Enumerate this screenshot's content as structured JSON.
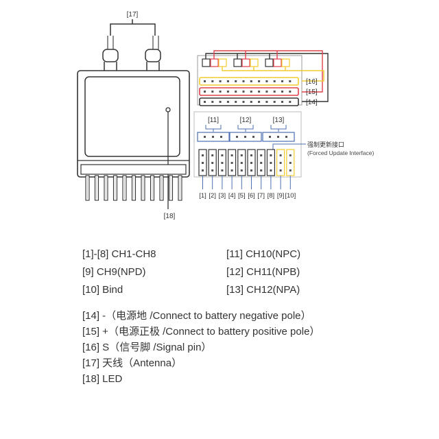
{
  "labels": {
    "antenna_ref": "[17]",
    "led_ref": "[18]",
    "signal_ref": "[16]",
    "positive_ref": "[15]",
    "negative_ref": "[14]",
    "npc_ref": "[11]",
    "npb_ref": "[12]",
    "npa_ref": "[13]",
    "forced_update_cn": "强制更新接口",
    "forced_update_en": "(Forced Update Interface)",
    "pins": [
      "[1]",
      "[2]",
      "[3]",
      "[4]",
      "[5]",
      "[6]",
      "[7]",
      "[8]",
      "[9]",
      "[10]"
    ]
  },
  "legend_left": [
    "[1]-[8] CH1-CH8",
    "[9] CH9(NPD)",
    "[10] Bind"
  ],
  "legend_right": [
    "[11] CH10(NPC)",
    "[12] CH11(NPB)",
    "[13] CH12(NPA)"
  ],
  "legend_bottom": [
    "[14] -（电源地 /Connect to battery negative pole）",
    "[15] +（电源正极 /Connect to battery  positive pole）",
    "[16] S（信号脚 /Signal pin）",
    "[17] 天线（Antenna）",
    "[18] LED"
  ],
  "colors": {
    "outline": "#333333",
    "red": "#e0404a",
    "yellow": "#f2cc2e",
    "blue": "#4a6fb0",
    "text": "#333333"
  }
}
